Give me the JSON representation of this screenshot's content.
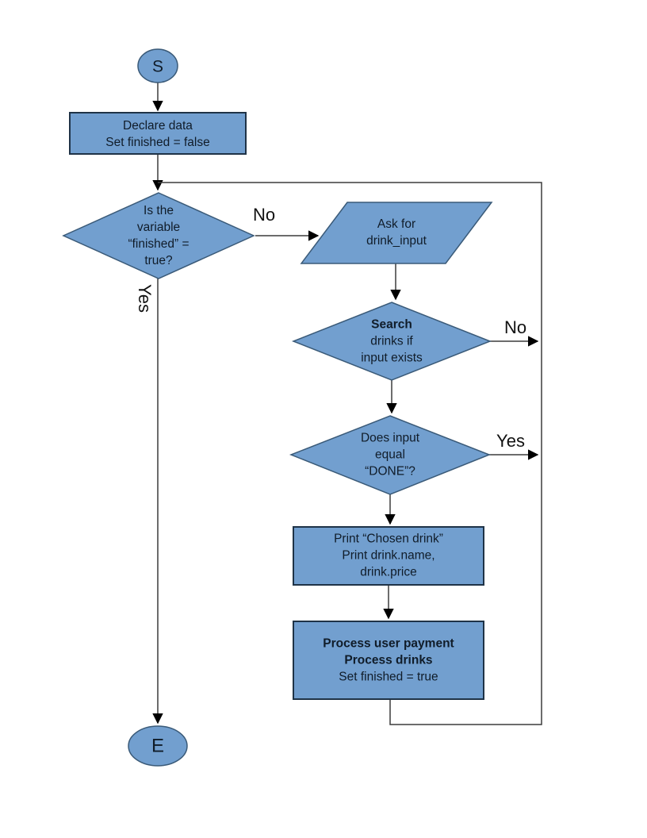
{
  "colors": {
    "shape_fill": "#729FCF",
    "shape_stroke": "#3a5a78",
    "rect_stroke": "#1f3347",
    "line": "#3c3c3c",
    "arrow": "#000000",
    "text": "#101c29",
    "label": "#111111"
  },
  "nodes": {
    "start": {
      "label": "S"
    },
    "declare": {
      "lines": [
        "Declare data",
        "Set finished = false"
      ]
    },
    "finished_check": {
      "lines": [
        "Is the",
        "variable",
        "“finished” =",
        "true?"
      ]
    },
    "ask_input": {
      "lines": [
        "Ask for",
        "drink_input"
      ]
    },
    "search": {
      "lines": [
        "Search",
        "drinks if",
        "input exists"
      ]
    },
    "done_check": {
      "lines": [
        "Does input",
        "equal",
        "“DONE”?"
      ]
    },
    "print_drink": {
      "lines": [
        "Print “Chosen drink”",
        "Print drink.name,",
        "drink.price"
      ]
    },
    "process_payment": {
      "lines": [
        "Process user payment",
        "Process drinks",
        "Set finished = true"
      ]
    },
    "end": {
      "label": "E"
    }
  },
  "edge_labels": {
    "finished_no": "No",
    "finished_yes": "Yes",
    "search_no": "No",
    "done_yes": "Yes"
  }
}
